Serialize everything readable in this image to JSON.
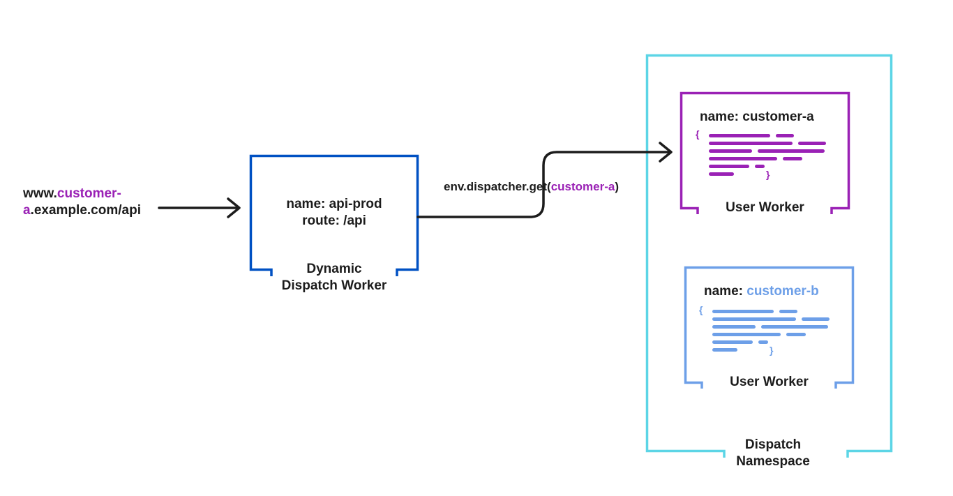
{
  "colors": {
    "ink": "#1c1c1c",
    "purple": "#9a21b5",
    "blue": "#0051c3",
    "cyan": "#5cd5e6",
    "lightblue": "#6d9fe8",
    "background": "#ffffff"
  },
  "request_url": {
    "line1_prefix": "www.",
    "line1_highlight": "customer-",
    "line2_highlight": "a",
    "line2_suffix": ".example.com/api"
  },
  "dispatch_worker": {
    "name_line": "name: api-prod",
    "route_line": "route: /api",
    "label_line1": "Dynamic",
    "label_line2": "Dispatch Worker"
  },
  "dispatcher_call": {
    "prefix": "env.dispatcher.get(",
    "argument": "customer-a",
    "suffix": ")"
  },
  "dispatch_namespace": {
    "label_line1": "Dispatch",
    "label_line2": "Namespace"
  },
  "user_workers": [
    {
      "name_prefix": "name: ",
      "name_value": "customer-a",
      "label": "User Worker",
      "brace_open": "{",
      "brace_close": "}"
    },
    {
      "name_prefix": "name: ",
      "name_value": "customer-b",
      "label": "User Worker",
      "brace_open": "{",
      "brace_close": "}"
    }
  ]
}
